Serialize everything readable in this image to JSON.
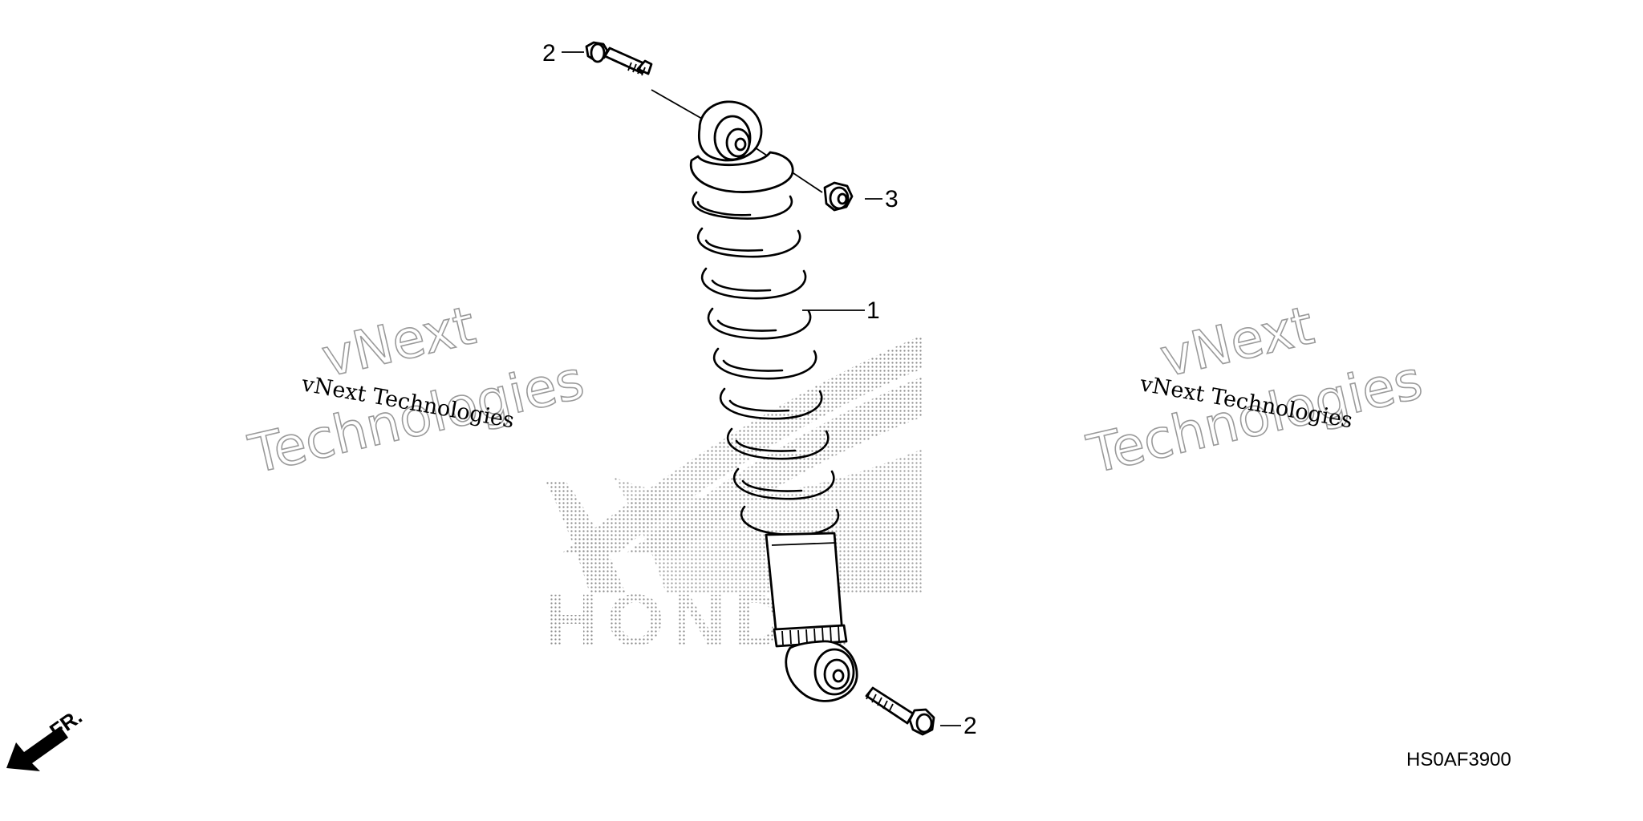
{
  "diagram": {
    "callouts": [
      {
        "id": "shock-absorber",
        "label": "1"
      },
      {
        "id": "upper-bolt",
        "label": "2"
      },
      {
        "id": "nut",
        "label": "3"
      },
      {
        "id": "lower-bolt",
        "label": "2"
      }
    ],
    "direction_label": "FR.",
    "diagram_code": "HS0AF3900"
  },
  "watermarks": {
    "brand_left_small": "vNext Technologies",
    "brand_left_large_1": "vNext",
    "brand_left_large_2": "Technologies",
    "brand_right_small": "vNext Technologies",
    "brand_right_large_1": "vNext",
    "brand_right_large_2": "Technologies",
    "background_logo": "HONDA"
  },
  "colors": {
    "line": "#000000",
    "background": "#ffffff",
    "watermark_outline": "#9a9a9a",
    "logo_dots": "#8c8c8c"
  }
}
